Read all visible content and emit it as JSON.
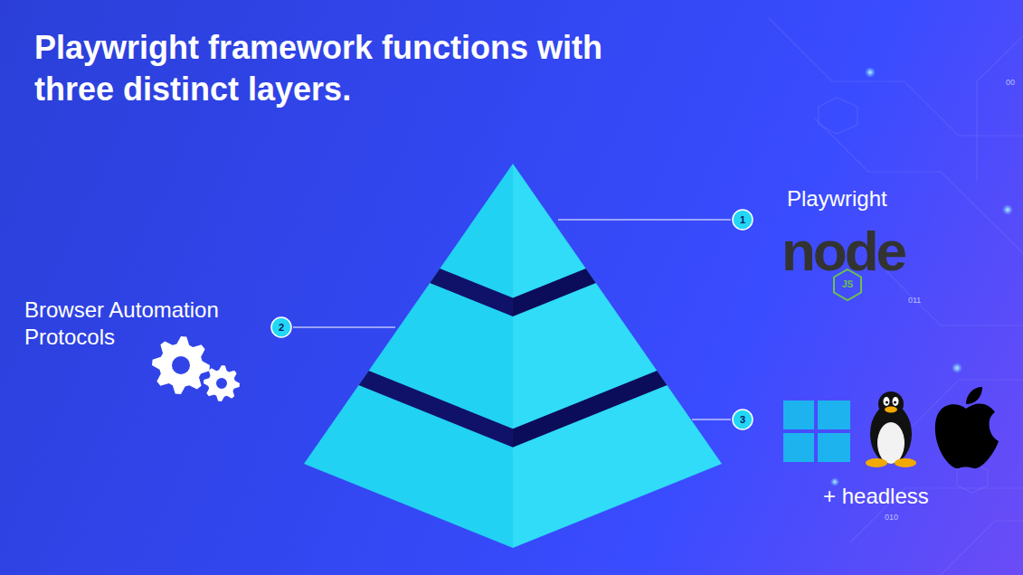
{
  "diagram": {
    "title": "Playwright framework functions with three distinct layers.",
    "nodes": [
      {
        "text": [
          "1"
        ]
      },
      {
        "text": [
          "2"
        ]
      },
      {
        "text": [
          "3"
        ]
      }
    ],
    "labels": [
      "Playwright",
      "node",
      "JS",
      "Browser Automation Protocols",
      "+ headless",
      "00",
      "011",
      "010"
    ]
  }
}
